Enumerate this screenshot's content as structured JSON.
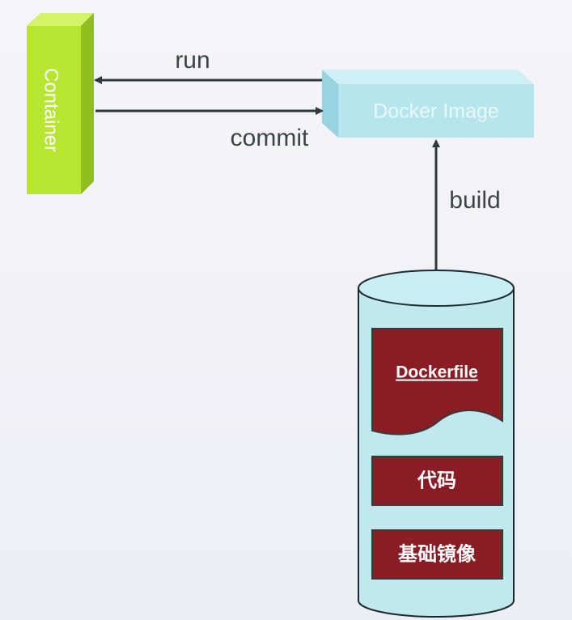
{
  "nodes": {
    "container": {
      "label": "Container"
    },
    "docker_image": {
      "label": "Docker Image"
    },
    "dockerfile": {
      "label": "Dockerfile"
    },
    "code": {
      "label": "代码"
    },
    "base_image": {
      "label": "基础镜像"
    }
  },
  "edges": {
    "run": {
      "label": "run"
    },
    "commit": {
      "label": "commit"
    },
    "build": {
      "label": "build"
    }
  },
  "colors": {
    "container_front": "#b6e630",
    "container_top": "#d4f26a",
    "container_side": "#8fbf1c",
    "image_front": "#b5e6ee",
    "image_top": "#cfeff4",
    "image_side": "#97d3de",
    "image_text": "#eaf8fb",
    "cylinder_fill": "#bfe9ef",
    "cylinder_stroke": "#1e2a2e",
    "box_fill": "#8a1c24",
    "box_stroke": "#3a3a3a",
    "box_text": "#ffffff",
    "arrow": "#2c3a3d",
    "edge_label": "#3a4548"
  }
}
